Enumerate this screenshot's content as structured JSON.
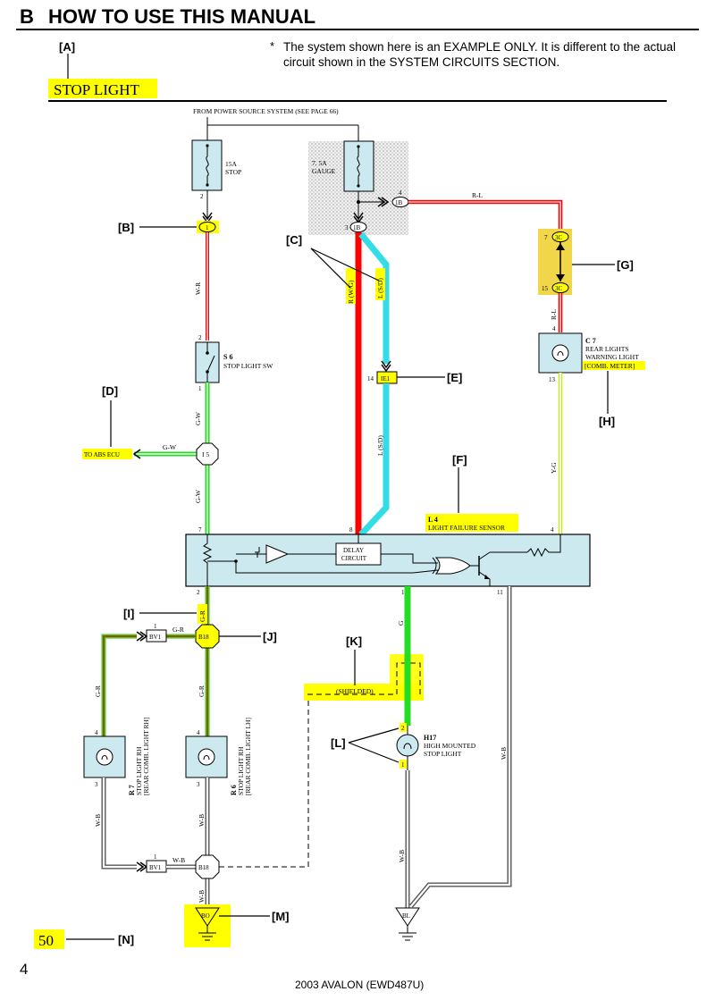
{
  "header": {
    "section": "B",
    "title": "HOW TO USE THIS MANUAL",
    "note_mark": "*",
    "note_line1": "The system shown here is an EXAMPLE ONLY. It is different to the actual",
    "note_line2": "circuit shown in the SYSTEM CIRCUITS SECTION."
  },
  "system_title": "STOP LIGHT",
  "power_source": "FROM POWER SOURCE SYSTEM (SEE PAGE 66)",
  "callouts": {
    "A": "[A]",
    "B": "[B]",
    "C": "[C]",
    "D": "[D]",
    "E": "[E]",
    "F": "[F]",
    "G": "[G]",
    "H": "[H]",
    "I": "[I]",
    "J": "[J]",
    "K": "[K]",
    "L": "[L]",
    "M": "[M]",
    "N": "[N]"
  },
  "fuses": {
    "stop": {
      "line1": "15A",
      "line2": "STOP",
      "pin": "2"
    },
    "gauge": {
      "line1": "7. 5A",
      "line2": "GAUGE"
    }
  },
  "connectors": {
    "c1": "1",
    "c1b": "1B",
    "c1b_pin": "3",
    "c1b_right": "1B",
    "c1b_right_pin": "4",
    "ie1": "IE1",
    "ie1_pin": "14",
    "c3c_top": "3C",
    "c3c_top_pin": "7",
    "c3c_bot": "3C",
    "c3c_bot_pin": "15",
    "i5": "I 5",
    "b18_top": "B18",
    "b18_bottom": "B18",
    "bv1_top": "BV1",
    "bv1_top_pin": "1",
    "bv1_bottom": "BV1",
    "bv1_bottom_pin": "1",
    "bo": "BO",
    "bl": "BL"
  },
  "wires": {
    "wr": "W-R",
    "gw1": "G-W",
    "gw2": "G-W",
    "gw3": "G-W",
    "rwg": "R (W/G)",
    "lsd1": "L (S/D)",
    "lsd2": "L (S/D)",
    "rl_top": "R-L",
    "rl_side": "R-L",
    "yg": "Y-G",
    "gr1": "G-R",
    "gr2": "G-R",
    "gr3": "G-R",
    "gr4": "G-R",
    "g": "G",
    "wb1": "W-B",
    "wb2": "W-B",
    "wb3": "W-B",
    "wb4": "W-B",
    "wb5": "W-B",
    "wb6": "W-B"
  },
  "components": {
    "s6": {
      "code": "S 6",
      "name": "STOP LIGHT SW",
      "pin_top": "2",
      "pin_bottom": "1"
    },
    "c7": {
      "code": "C 7",
      "line1": "REAR LIGHTS",
      "line2": "WARNING LIGHT",
      "line3": "[COMB. METER]",
      "pin_top": "4",
      "pin_bottom": "13"
    },
    "abs": "TO ABS ECU",
    "l4": {
      "code": "L 4",
      "name": "LIGHT FAILURE SENSOR",
      "pin7": "7",
      "pin8": "8",
      "pin4": "4",
      "pin2": "2",
      "pin1": "1",
      "pin11": "11"
    },
    "delay": {
      "line1": "DELAY",
      "line2": "CIRCUIT"
    },
    "r7": {
      "code": "R 7",
      "line1": "STOP LIGHT RH",
      "line2": "[REAR COMB. LIGHT RH]",
      "pin_top": "4",
      "pin_bottom": "3"
    },
    "r6": {
      "code": "R 6",
      "line1": "STOP LIGHT RH",
      "line2": "[REAR COMB. LIGHT LH]",
      "pin_top": "4",
      "pin_bottom": "3"
    },
    "h17": {
      "code": "H17",
      "line1": "HIGH MOUNTED",
      "line2": "STOP LIGHT",
      "pin_top": "2",
      "pin_bottom": "1"
    },
    "shielded": "(SHIELDED)"
  },
  "page_ref": "50",
  "footer": {
    "page": "4",
    "doc": "2003 AVALON (EWD487U)"
  },
  "colors": {
    "highlight": "#ffff00",
    "red": "#ff0000",
    "cyan": "#33dde8",
    "green": "#22dd22",
    "component_fill": "#cde9f0",
    "gray": "#aaaaaa"
  }
}
